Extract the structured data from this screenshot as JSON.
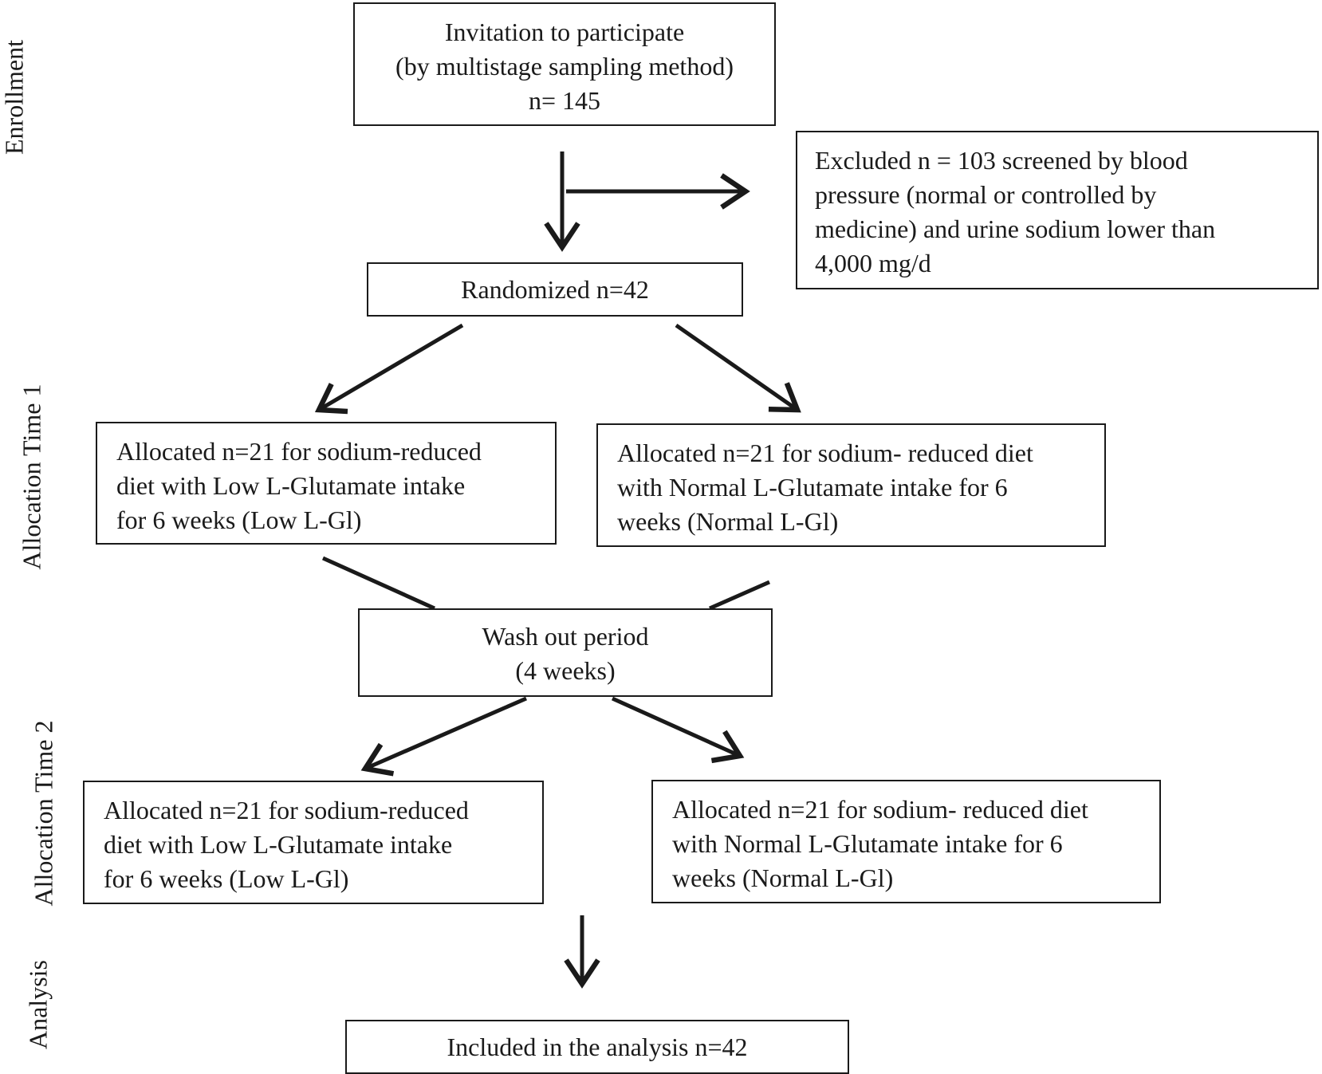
{
  "phases": {
    "enrollment": "Enrollment",
    "allocation_1": "Allocation Time 1",
    "allocation_2": "Allocation Time 2",
    "analysis": "Analysis"
  },
  "boxes": {
    "invitation": {
      "lines": [
        "Invitation to participate",
        "(by multistage sampling method)",
        "n= 145"
      ]
    },
    "excluded": {
      "lines": [
        "Excluded n = 103 screened by blood",
        "pressure (normal or controlled by",
        "medicine) and urine sodium lower than",
        "4,000 mg/d"
      ]
    },
    "randomized": {
      "lines": [
        "Randomized n=42"
      ]
    },
    "alloc1_low": {
      "lines": [
        "Allocated n=21  for sodium-reduced",
        "diet with Low L-Glutamate intake",
        "for 6 weeks (Low L-Gl)"
      ]
    },
    "alloc1_normal": {
      "lines": [
        "Allocated n=21  for sodium- reduced diet",
        "with Normal L-Glutamate intake for 6",
        "weeks (Normal L-Gl)"
      ]
    },
    "washout": {
      "lines": [
        "Wash out period",
        "(4 weeks)"
      ]
    },
    "alloc2_low": {
      "lines": [
        "Allocated n=21  for sodium-reduced",
        "diet with Low L-Glutamate intake",
        "for 6 weeks (Low L-Gl)"
      ]
    },
    "alloc2_normal": {
      "lines": [
        "Allocated n=21  for sodium- reduced diet",
        "with Normal L-Glutamate intake for 6",
        "weeks (Normal L-Gl)"
      ]
    },
    "analysis": {
      "lines": [
        "Included in the analysis n=42"
      ]
    }
  }
}
